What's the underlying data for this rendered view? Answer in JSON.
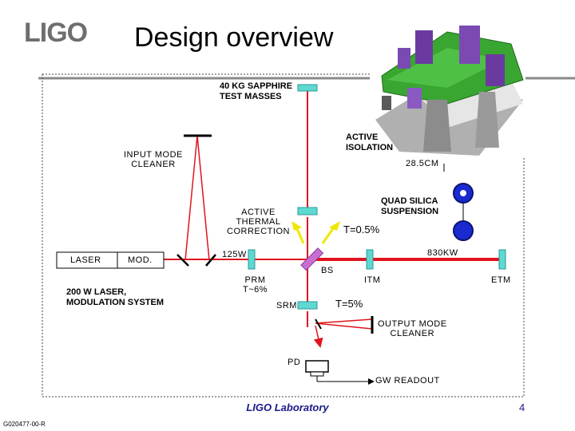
{
  "logo": "LIGO",
  "title": "Design overview",
  "labels": {
    "test_masses": [
      "40 KG SAPPHIRE",
      "TEST MASSES"
    ],
    "active_isolation": [
      "ACTIVE",
      "ISOLATION"
    ],
    "distance_cm": "28.5CM",
    "input_mode_cleaner": [
      "INPUT  MODE",
      "CLEANER"
    ],
    "quad_suspension": [
      "QUAD SILICA",
      "SUSPENSION"
    ],
    "thermal_correction": [
      "ACTIVE",
      "THERMAL",
      "CORRECTION"
    ],
    "t_itm": "T=0.5%",
    "laser": "LASER",
    "mod": "MOD.",
    "power_in": "125W",
    "power_arm": "830KW",
    "bs": "BS",
    "itm": "ITM",
    "etm": "ETM",
    "prm": [
      "PRM",
      "T~6%"
    ],
    "laser_system": [
      "200 W LASER,",
      "MODULATION SYSTEM"
    ],
    "srm": "SRM",
    "t_srm": "T=5%",
    "output_mode_cleaner": [
      "OUTPUT  MODE",
      "CLEANER"
    ],
    "pd": "PD",
    "gw_readout": "GW  READOUT"
  },
  "footer": "LIGO Laboratory",
  "page_number": "4",
  "doc_id": "G020477-00-R",
  "colors": {
    "beam": "#e0141e",
    "optic": "#5fd8d2",
    "optic_stroke": "#2a9a96",
    "splitter": "#c86ed2",
    "footer": "#1a1a8c",
    "arrow": "#f0e600"
  }
}
